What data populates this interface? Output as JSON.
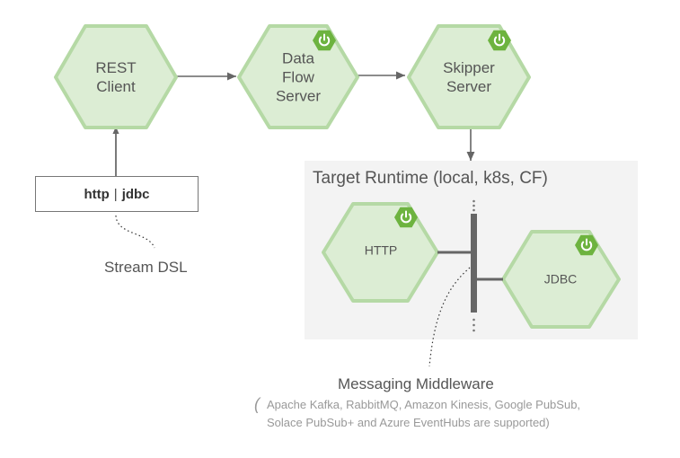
{
  "nodes": {
    "rest_client": [
      "REST",
      "Client"
    ],
    "data_flow_server": [
      "Data",
      "Flow",
      "Server"
    ],
    "skipper_server": [
      "Skipper",
      "Server"
    ],
    "http_app": "HTTP",
    "jdbc_app": "JDBC"
  },
  "dsl": {
    "left": "http",
    "separator": "|",
    "right": "jdbc",
    "caption": "Stream DSL"
  },
  "runtime": {
    "title": "Target Runtime (local, k8s, CF)"
  },
  "middleware": {
    "title": "Messaging Middleware",
    "open_paren": "(",
    "note_line1": "Apache Kafka, RabbitMQ, Amazon Kinesis, Google PubSub,",
    "note_line2": "Solace PubSub+ and Azure EventHubs are supported)"
  },
  "colors": {
    "hex_fill": "#dcedd4",
    "hex_stroke": "#b5d9a5",
    "spring_badge": "#6db33f",
    "runtime_bg": "#f3f3f3",
    "bus": "#666666"
  },
  "icons": [
    "spring-power-icon"
  ]
}
